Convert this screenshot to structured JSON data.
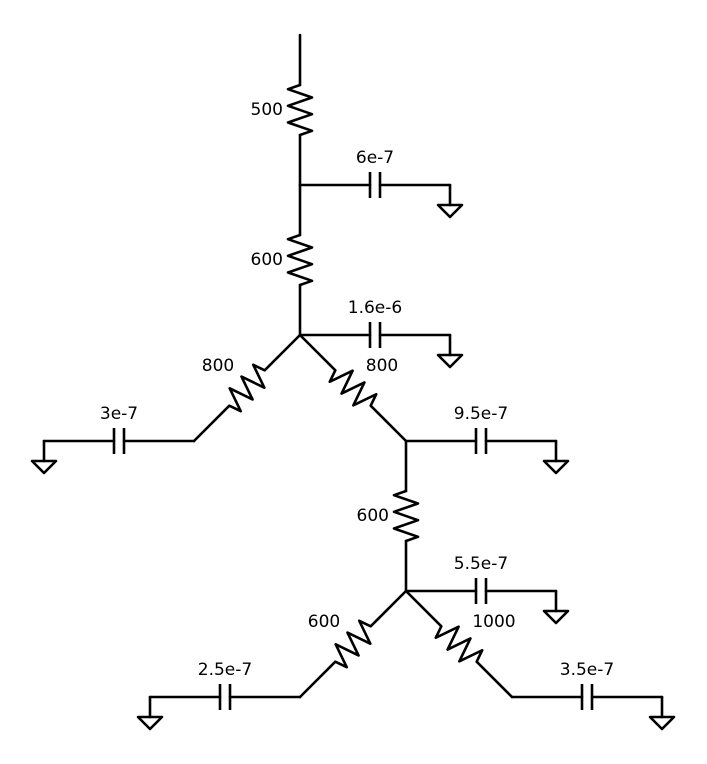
{
  "resistors": [
    {
      "id": "r1",
      "label": "500"
    },
    {
      "id": "r2",
      "label": "600"
    },
    {
      "id": "r3",
      "label": "800"
    },
    {
      "id": "r4",
      "label": "800"
    },
    {
      "id": "r5",
      "label": "600"
    },
    {
      "id": "r6",
      "label": "600"
    },
    {
      "id": "r7",
      "label": "1000"
    }
  ],
  "capacitors": [
    {
      "id": "c1",
      "label": "6e-7"
    },
    {
      "id": "c2",
      "label": "1.6e-6"
    },
    {
      "id": "c3",
      "label": "3e-7"
    },
    {
      "id": "c4",
      "label": "9.5e-7"
    },
    {
      "id": "c5",
      "label": "5.5e-7"
    },
    {
      "id": "c6",
      "label": "2.5e-7"
    },
    {
      "id": "c7",
      "label": "3.5e-7"
    }
  ]
}
